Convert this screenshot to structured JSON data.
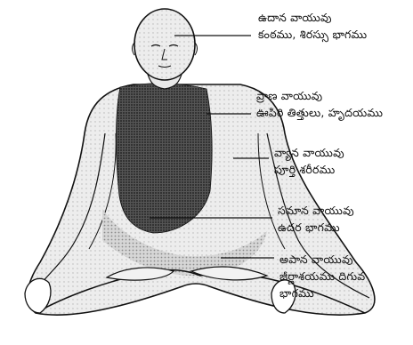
{
  "labels": {
    "udana": {
      "name": "ఉదాన వాయువు",
      "region": "కంఠము, శిరస్సు భాగము"
    },
    "prana": {
      "name": "ప్రాణ వాయువు",
      "region": "ఊపిరి తిత్తులు, హృదయము"
    },
    "vyana": {
      "name": "వ్యాన వాయువు",
      "region": "పూర్తి శరీరము"
    },
    "samana": {
      "name": "సమాన వాయువు",
      "region": "ఉదర భాగము"
    },
    "apana": {
      "name": "అపాన వాయువు",
      "region_line1": "జీర్ణాశయము దిగువ",
      "region_line2": "భాగము"
    }
  },
  "colors": {
    "ink": "#111111",
    "chest_shade": "#3a3a3a",
    "belly_shade": "#9a9a9a",
    "skin": "#ffffff"
  }
}
